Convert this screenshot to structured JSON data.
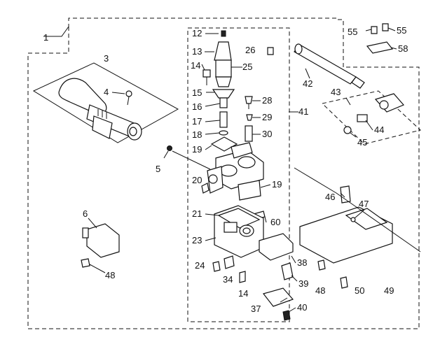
{
  "labels": {
    "l1": "1",
    "l3": "3",
    "l4": "4",
    "l5": "5",
    "l6": "6",
    "l12": "12",
    "l13": "13",
    "l14a": "14",
    "l14b": "14",
    "l15": "15",
    "l16": "16",
    "l17": "17",
    "l18": "18",
    "l19a": "19",
    "l19b": "19",
    "l20": "20",
    "l21": "21",
    "l23": "23",
    "l24": "24",
    "l25": "25",
    "l26": "26",
    "l28": "28",
    "l29": "29",
    "l30": "30",
    "l34": "34",
    "l37": "37",
    "l38": "38",
    "l39": "39",
    "l40": "40",
    "l41": "41",
    "l42": "42",
    "l43": "43",
    "l44": "44",
    "l45": "45",
    "l46": "46",
    "l47": "47",
    "l48a": "48",
    "l48b": "48",
    "l49": "49",
    "l50": "50",
    "l55a": "55",
    "l55b": "55",
    "l58": "58",
    "l60": "60"
  }
}
